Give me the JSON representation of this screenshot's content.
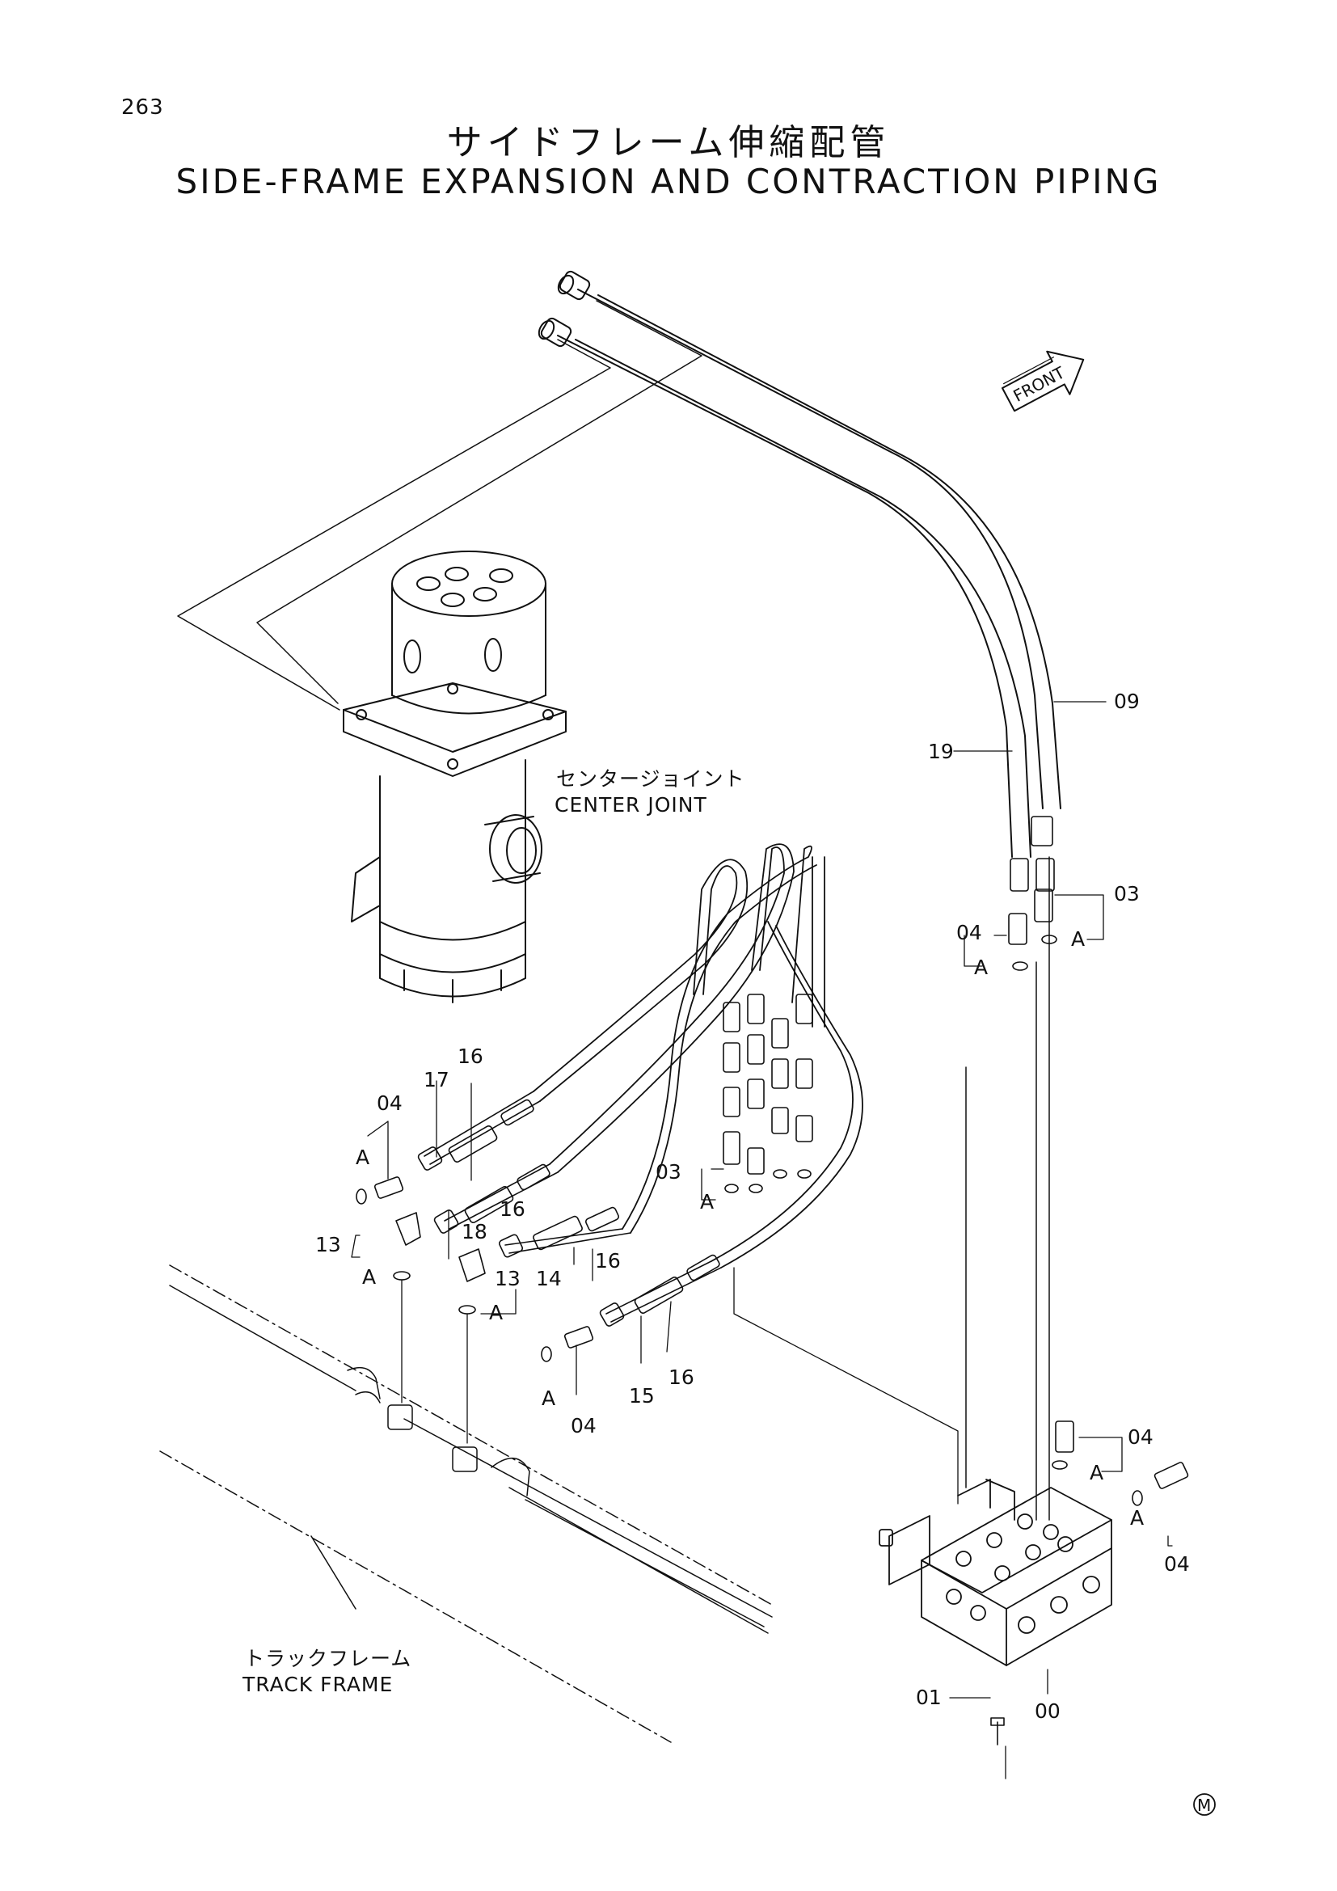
{
  "header": {
    "page_number": "263",
    "title_jp": "サイドフレーム伸縮配管",
    "title_en": "SIDE-FRAME EXPANSION AND CONTRACTION PIPING"
  },
  "direction": {
    "front_label": "FRONT"
  },
  "components": {
    "center_joint": {
      "jp": "センタージョイント",
      "en": "CENTER JOINT"
    },
    "track_frame": {
      "jp": "トラックフレーム",
      "en": "TRACK FRAME"
    }
  },
  "callouts": {
    "p00": "00",
    "p01": "01",
    "p03": "03",
    "p04": "04",
    "p09": "09",
    "p13": "13",
    "p14": "14",
    "p15": "15",
    "p16": "16",
    "p17": "17",
    "p18": "18",
    "p19": "19",
    "detail_a": "A"
  },
  "footer": {
    "mark": "M"
  },
  "colors": {
    "ink": "#111111",
    "paper": "#ffffff"
  }
}
